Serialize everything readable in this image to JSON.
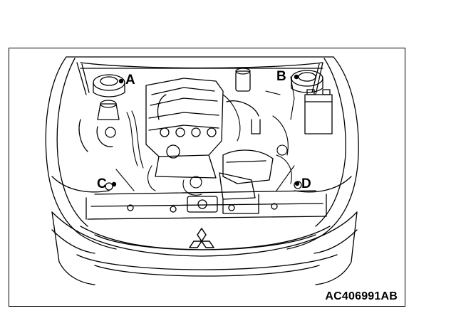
{
  "callouts": {
    "a": "A",
    "b": "B",
    "c": "C",
    "d": "D"
  },
  "figure_id": "AC406991AB",
  "illustration": {
    "subject": "engine-compartment-with-open-hood",
    "emblem": "three-diamond-logo"
  },
  "colors": {
    "line": "#000000",
    "background": "#ffffff"
  }
}
